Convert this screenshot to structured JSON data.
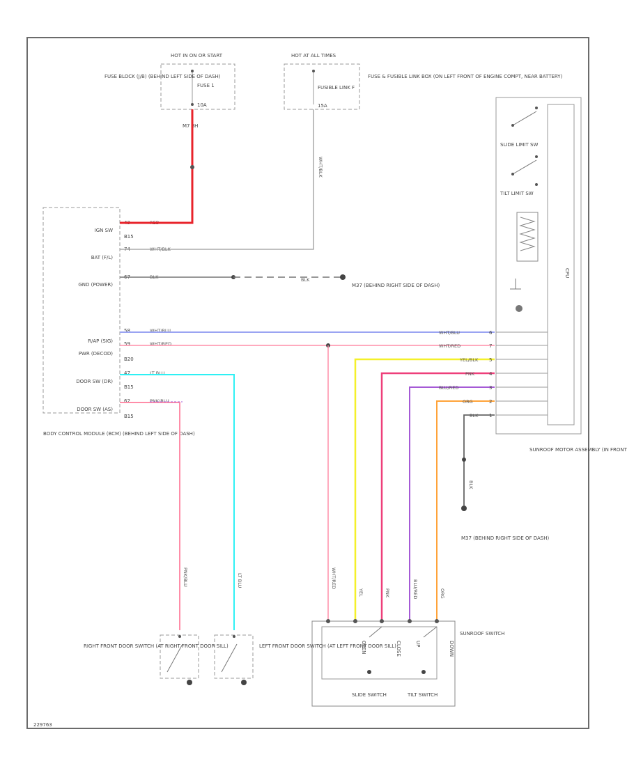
{
  "fuse_block": {
    "header": "HOT IN ON OR START",
    "name": "FUSE BLOCK (J/B) (BEHIND LEFT SIDE OF DASH)",
    "fuse_label": "FUSE 1",
    "fuse_amps": "10A",
    "connector": "M7 8H"
  },
  "fusible_link_box": {
    "header": "HOT AT ALL TIMES",
    "name": "FUSE & FUSIBLE LINK BOX (ON LEFT FRONT OF ENGINE COMPT, NEAR BATTERY)",
    "fuse_label": "FUSIBLE LINK F",
    "fuse_amps": "15A"
  },
  "bcm": {
    "name": "BODY CONTROL MODULE (BCM) (BEHIND LEFT SIDE OF DASH)",
    "pins": [
      {
        "label": "IGN SW",
        "pin": "43",
        "wire": "RED",
        "conn": "B15"
      },
      {
        "label": "BAT (F/L)",
        "pin": "74",
        "wire": "WHT/BLK",
        "conn": ""
      },
      {
        "label": "GND (POWER)",
        "pin": "67",
        "wire": "BLK",
        "conn": ""
      },
      {
        "label": "R/AP (SIG)",
        "pin": "58",
        "wire": "WHT/BLU",
        "conn": ""
      },
      {
        "label": "PWR (DECOD)",
        "pin": "59",
        "wire": "WHT/RED",
        "conn": "B20"
      },
      {
        "label": "DOOR SW (DR)",
        "pin": "47",
        "wire": "LT BLU",
        "conn": "B15"
      },
      {
        "label": "DOOR SW (AS)",
        "pin": "62",
        "wire": "PNK/BLU",
        "conn": "B15"
      }
    ]
  },
  "ground_1": {
    "label": "M37 (BEHIND RIGHT SIDE OF DASH)",
    "wire": "BLK"
  },
  "ground_2": {
    "label": "M37 (BEHIND RIGHT SIDE OF DASH)",
    "wire": "BLK"
  },
  "motor": {
    "name": "SUNROOF MOTOR ASSEMBLY (IN FRONT CENTER OF ROOF)",
    "slide_limit": "SLIDE LIMIT SW",
    "tilt_limit": "TILT LIMIT SW",
    "internal": "CPU",
    "pins": [
      {
        "wire": "WHT/BLU",
        "pin": "6"
      },
      {
        "wire": "WHT/RED",
        "pin": "7"
      },
      {
        "wire": "YEL/BLK",
        "pin": "5"
      },
      {
        "wire": "PNK",
        "pin": "4"
      },
      {
        "wire": "BLU/RED",
        "pin": "3"
      },
      {
        "wire": "ORG",
        "pin": "2"
      },
      {
        "wire": "BLK",
        "pin": "1"
      }
    ]
  },
  "switch_wires": {
    "wht_red": "WHT/RED",
    "yel": "YEL",
    "pnk": "PNK",
    "blu_red": "BLU/RED",
    "org": "ORG",
    "pnk_blu": "PNK/BLU",
    "lt_blu": "LT BLU"
  },
  "sunroof_switch": {
    "name": "SUNROOF SWITCH",
    "slide": "SLIDE SWITCH",
    "tilt": "TILT SWITCH",
    "open": "OPEN",
    "close": "CLOSE",
    "up": "UP",
    "down": "DOWN"
  },
  "right_door": {
    "name": "RIGHT FRONT DOOR SWITCH (AT RIGHT FRONT DOOR SILL)"
  },
  "left_door": {
    "name": "LEFT FRONT DOOR SWITCH (AT LEFT FRONT DOOR SILL)"
  },
  "footer_code": "229763",
  "colors": {
    "red": "#e8232b",
    "pink": "#ff8da8",
    "blue": "#9aa4f2",
    "cyan": "#2ef0f4",
    "yellow": "#f4f02a",
    "magenta": "#ee3f7a",
    "purple": "#a55ad6",
    "orange": "#ffa339",
    "gray": "#9a9a9a",
    "frame": "#6b6b6b"
  }
}
